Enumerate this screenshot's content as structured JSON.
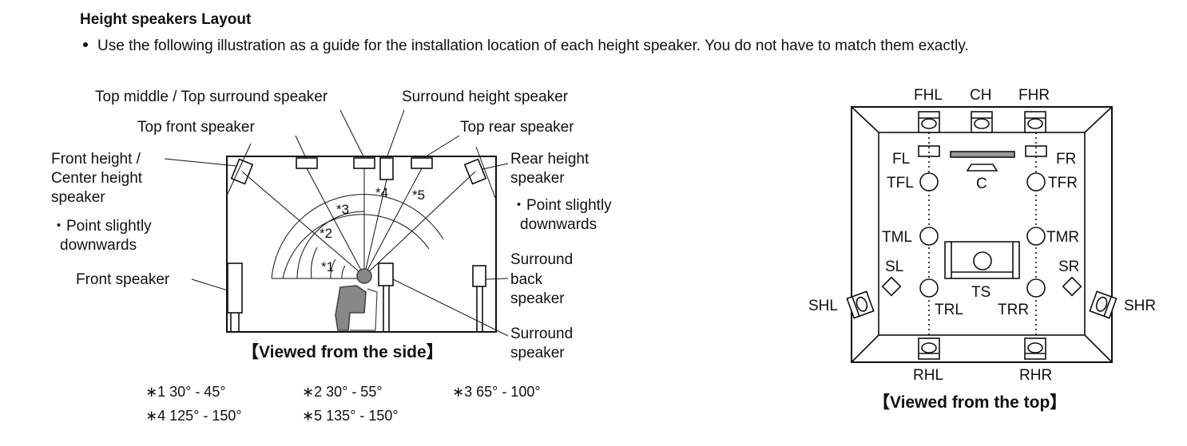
{
  "heading": "Height speakers Layout",
  "bullet": "Use the following illustration as a guide for the installation location of each height speaker. You do not have to match them exactly.",
  "side": {
    "caption": "【Viewed from the side】",
    "labels": {
      "top_middle": "Top middle / Top surround speaker",
      "surround_height": "Surround height speaker",
      "top_front": "Top front speaker",
      "top_rear": "Top rear speaker",
      "front_height_1": "Front height /",
      "front_height_2": "Center height",
      "front_height_3": "speaker",
      "point_l_1": "・Point slightly",
      "point_l_2": "downwards",
      "rear_height_1": "Rear height",
      "rear_height_2": "speaker",
      "point_r_1": "・Point slightly",
      "point_r_2": "downwards",
      "front_speaker": "Front speaker",
      "surround_back_1": "Surround",
      "surround_back_2": "back",
      "surround_back_3": "speaker",
      "surround_1": "Surround",
      "surround_2": "speaker"
    },
    "angle_marks": [
      "*1",
      "*2",
      "*3",
      "*4",
      "*5"
    ]
  },
  "notes": [
    "∗1 30° - 45°",
    "∗2 30° - 55°",
    "∗3 65° - 100°",
    "∗4 125° - 150°",
    "∗5 135° - 150°"
  ],
  "top": {
    "caption": "【Viewed from the top】",
    "labels": {
      "fhl": "FHL",
      "ch": "CH",
      "fhr": "FHR",
      "fl": "FL",
      "fr": "FR",
      "tfl": "TFL",
      "c": "C",
      "tfr": "TFR",
      "tml": "TML",
      "tmr": "TMR",
      "sl": "SL",
      "sr": "SR",
      "ts": "TS",
      "shl": "SHL",
      "shr": "SHR",
      "trl": "TRL",
      "trr": "TRR",
      "rhl": "RHL",
      "rhr": "RHR"
    }
  }
}
